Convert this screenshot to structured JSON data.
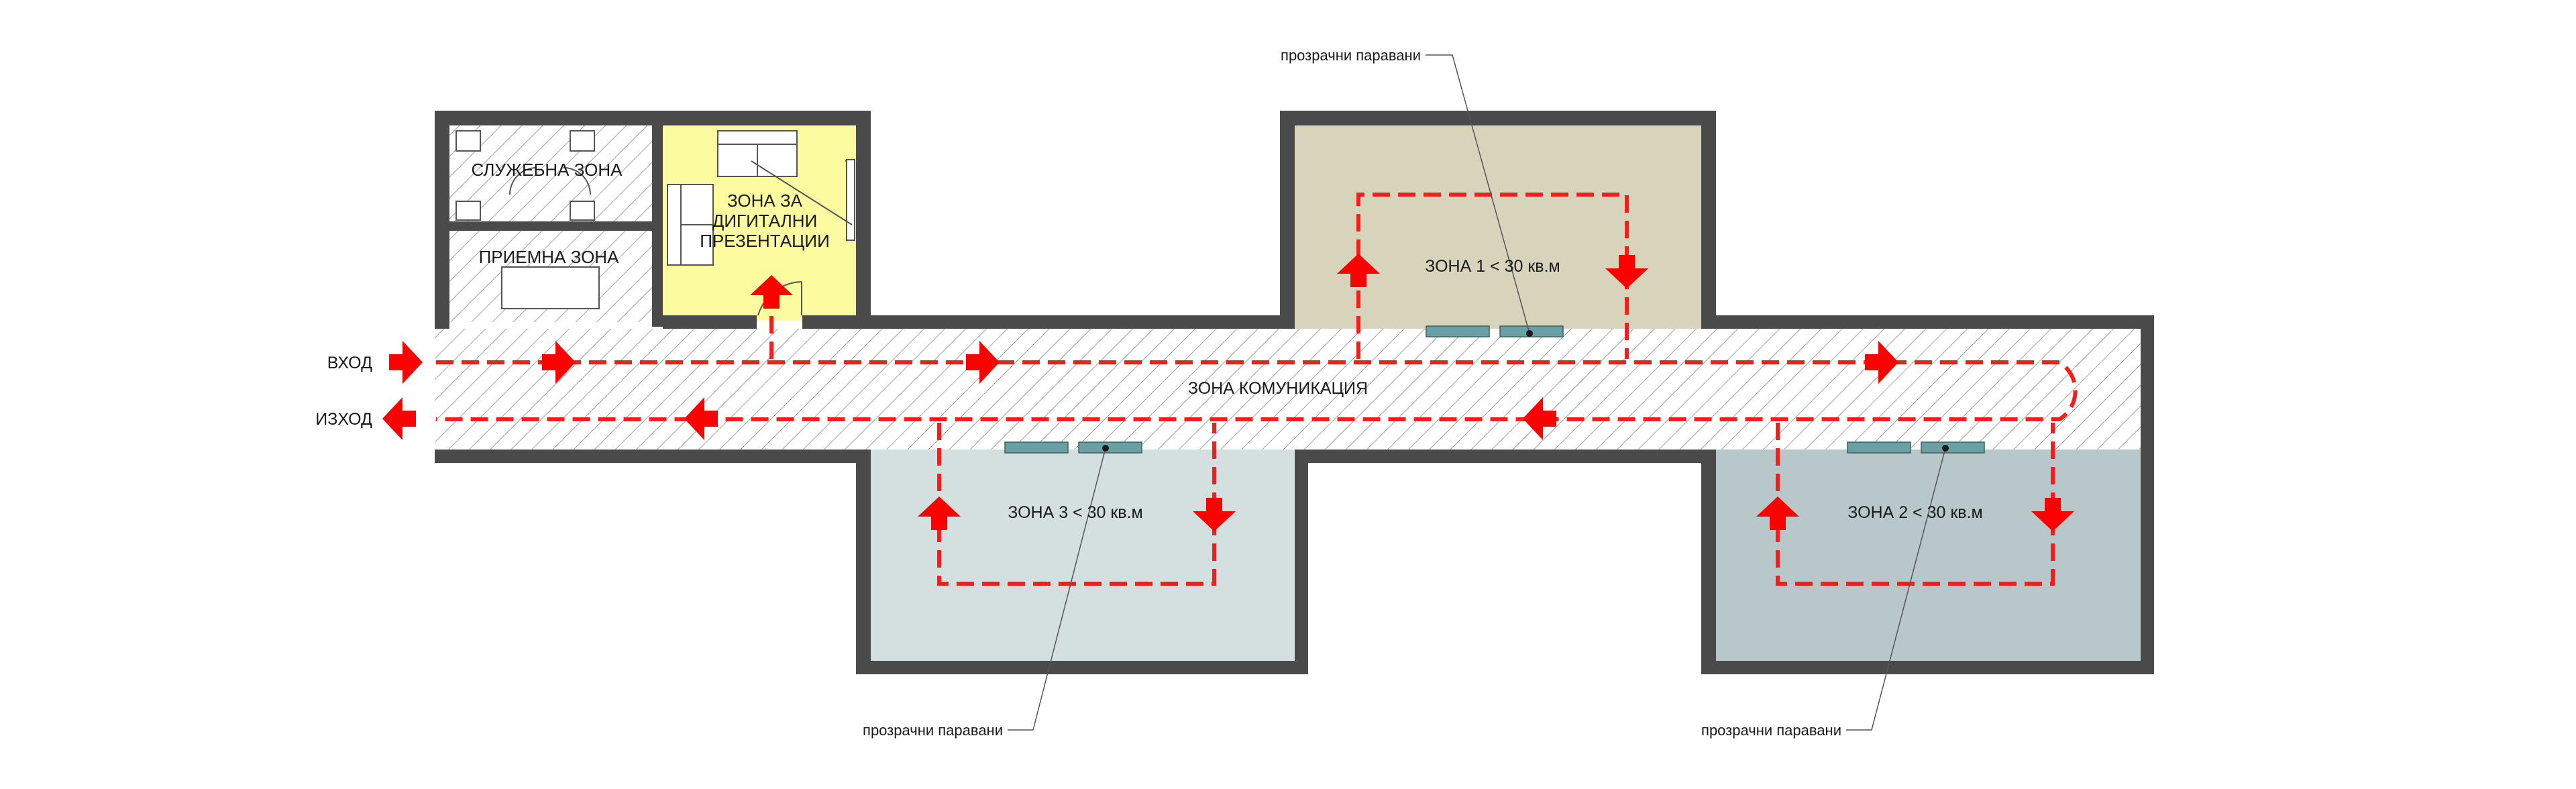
{
  "labels": {
    "service_zone": "СЛУЖЕБНА ЗОНА",
    "reception_zone": "ПРИЕМНА ЗОНА",
    "digital_zone_line1": "ЗОНА ЗА",
    "digital_zone_line2": "ДИГИТАЛНИ",
    "digital_zone_line3": "ПРЕЗЕНТАЦИИ",
    "communication_zone": "ЗОНА КОМУНИКАЦИЯ",
    "zone1": "ЗОНА 1 < 30 кв.м",
    "zone2": "ЗОНА 2 < 30 кв.м",
    "zone3": "ЗОНА 3 < 30 кв.м",
    "entrance": "ВХОД",
    "exit": "ИЗХОД",
    "screens_top": "прозрачни паравани",
    "screens_bottom_left": "прозрачни паравани",
    "screens_bottom_right": "прозрачни паравани"
  },
  "colors": {
    "wall": "#4a4a4a",
    "digital_zone": "#fdfb9f",
    "zone1": "#d8d4bb",
    "zone2": "#b8c8ca",
    "zone3": "#d4e0e0",
    "flow": "#ff0000",
    "screen": "#6aa0a4"
  },
  "icons": {
    "flow_arrow": "red-block-arrow",
    "hatch": "diagonal-hatch"
  }
}
